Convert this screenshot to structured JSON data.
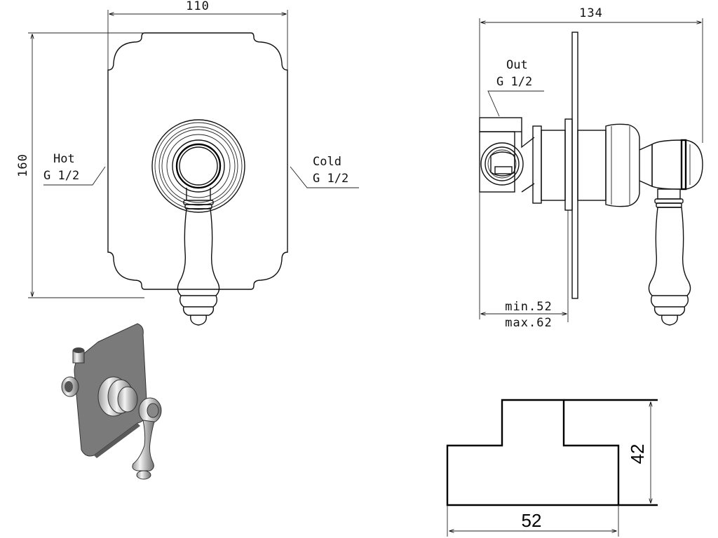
{
  "front_view": {
    "width_dim": "110",
    "height_dim": "160",
    "hot_label": "Hot",
    "hot_thread": "G 1/2",
    "cold_label": "Cold",
    "cold_thread": "G 1/2"
  },
  "side_view": {
    "width_dim": "134",
    "out_label": "Out",
    "out_thread": "G 1/2",
    "depth_min": "min.52",
    "depth_max": "max.62"
  },
  "box_section": {
    "width_dim": "52",
    "height_dim": "42"
  },
  "colors": {
    "line": "#111111",
    "plate_3d": "#7a7a7a",
    "background": "#ffffff"
  }
}
